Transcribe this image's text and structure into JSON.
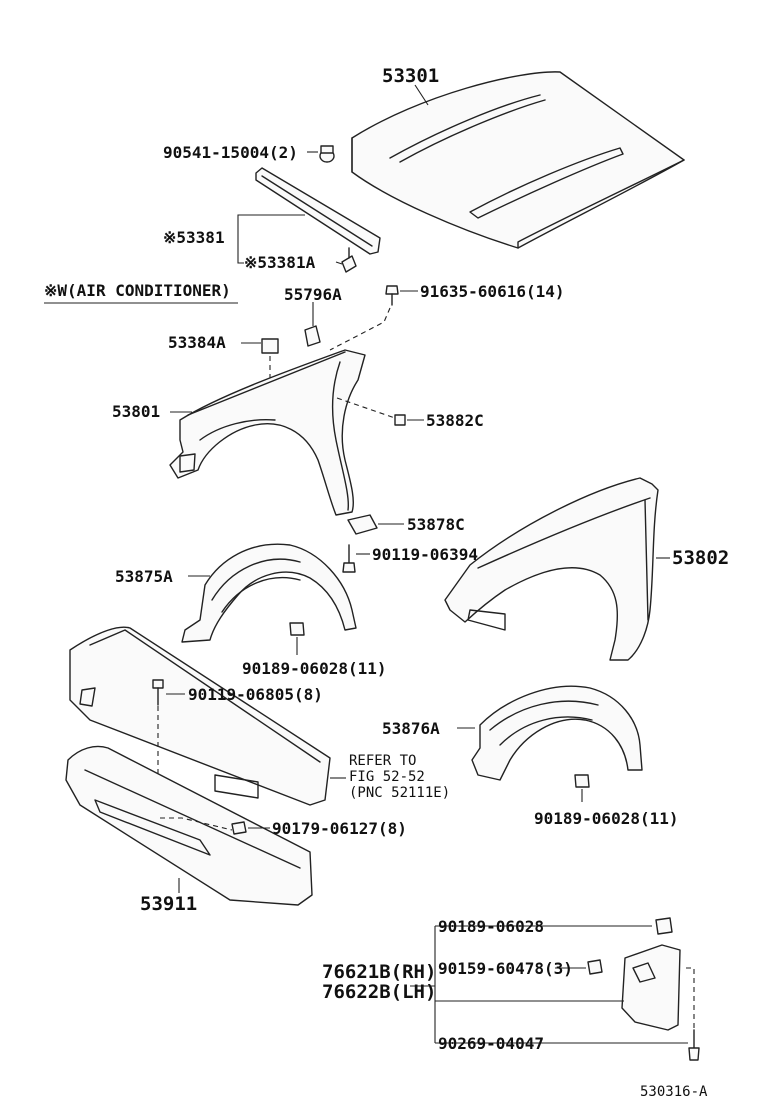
{
  "labels": {
    "hood": "53301",
    "hood_cushion": "90541-15004(2)",
    "seal_53381": "※53381",
    "seal_53381a": "※53381A",
    "note_ac": "※W(AIR CONDITIONER)",
    "cushion_55796a": "55796A",
    "bolt_91635": "91635-60616(14)",
    "pad_53384a": "53384A",
    "fender_lh": "53801",
    "seal_53882c": "53882C",
    "bracket_53878c": "53878C",
    "bolt_90119_06394": "90119-06394",
    "liner_53875a": "53875A",
    "fender_rh": "53802",
    "clip_90189_a": "90189-06028(11)",
    "bolt_90119_06805": "90119-06805(8)",
    "liner_53876a": "53876A",
    "refer_line1": "REFER TO",
    "refer_line2": "FIG 52-52",
    "refer_line3": "(PNC 52111E)",
    "clip_90179": "90179-06127(8)",
    "clip_90189_b": "90189-06028(11)",
    "spoiler": "53911",
    "mudguard_clip": "90189-06028",
    "mudguard_screw": "90159-60478(3)",
    "mudguard_rh": "76621B(RH)",
    "mudguard_lh": "76622B(LH)",
    "mudguard_rivet": "90269-04047",
    "figure_id": "530316-A"
  }
}
